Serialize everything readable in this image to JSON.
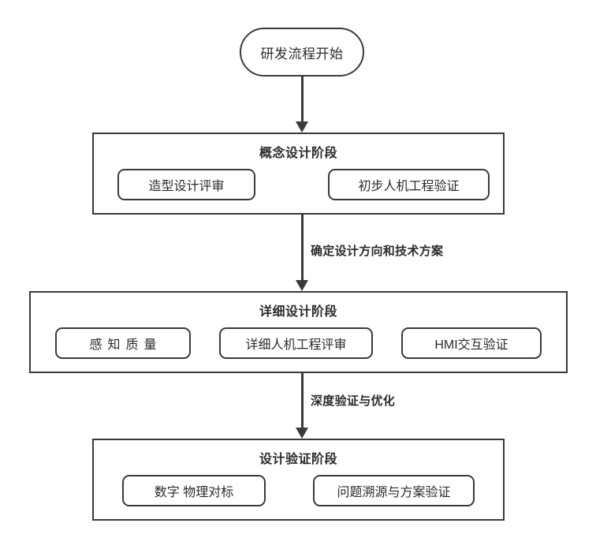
{
  "diagram": {
    "title": "研发流程",
    "type": "flowchart",
    "orientation": "top-to-bottom",
    "colors": {
      "stroke": "#3a3a3a",
      "text": "#2b2b2b",
      "background": "#ffffff"
    },
    "start_node": {
      "label": "研发流程开始",
      "shape": "stadium"
    },
    "stages": [
      {
        "id": "stage-1",
        "title": "概念设计阶段",
        "items": [
          {
            "label": "造型设计评审",
            "spaced": false
          },
          {
            "label": "初步人机工程验证",
            "spaced": false
          }
        ]
      },
      {
        "id": "stage-2",
        "title": "详细设计阶段",
        "items": [
          {
            "label": "感知质量",
            "spaced": true
          },
          {
            "label": "详细人机工程评审",
            "spaced": false
          },
          {
            "label": "HMI交互验证",
            "spaced": false
          }
        ]
      },
      {
        "id": "stage-3",
        "title": "设计验证阶段",
        "items": [
          {
            "label": "数字 物理对标",
            "spaced": false
          },
          {
            "label": "问题溯源与方案验证",
            "spaced": false
          }
        ]
      }
    ],
    "connectors": [
      {
        "id": "arrow-1",
        "from": "start_node",
        "to": "stage-1",
        "label": ""
      },
      {
        "id": "arrow-2",
        "from": "stage-1",
        "to": "stage-2",
        "label": "确定设计方向和技术方案"
      },
      {
        "id": "arrow-3",
        "from": "stage-2",
        "to": "stage-3",
        "label": "深度验证与优化"
      }
    ]
  }
}
